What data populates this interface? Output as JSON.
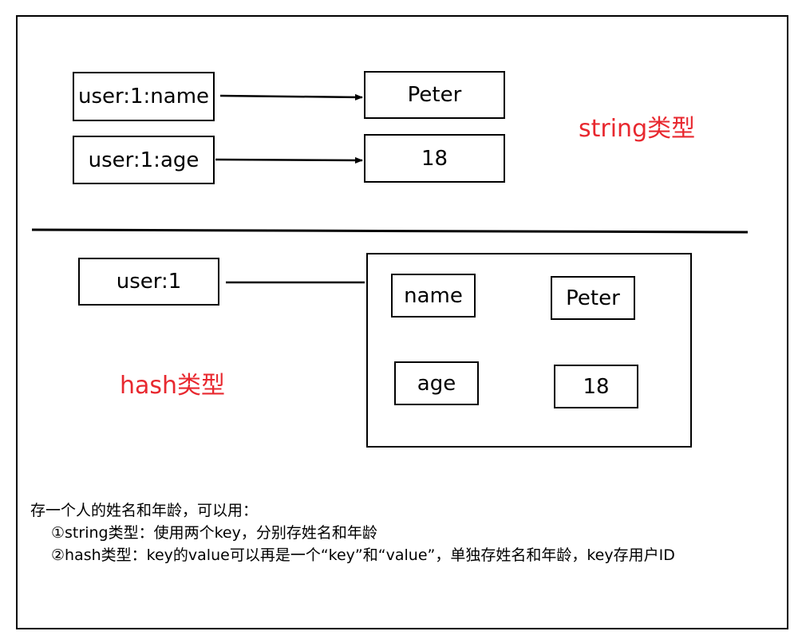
{
  "string_section": {
    "rows": [
      {
        "key": "user:1:name",
        "value": "Peter"
      },
      {
        "key": "user:1:age",
        "value": "18"
      }
    ],
    "label": "string类型"
  },
  "hash_section": {
    "key": "user:1",
    "fields": [
      {
        "field": "name",
        "value": "Peter"
      },
      {
        "field": "age",
        "value": "18"
      }
    ],
    "label": "hash类型"
  },
  "caption": {
    "intro": "存一个人的姓名和年龄，可以用：",
    "items": [
      "①string类型：使用两个key，分别存姓名和年龄",
      "②hash类型：key的value可以再是一个“key”和“value”，单独存姓名和年龄，key存用户ID"
    ]
  },
  "colors": {
    "label": "#e8282f",
    "line": "#000000"
  }
}
